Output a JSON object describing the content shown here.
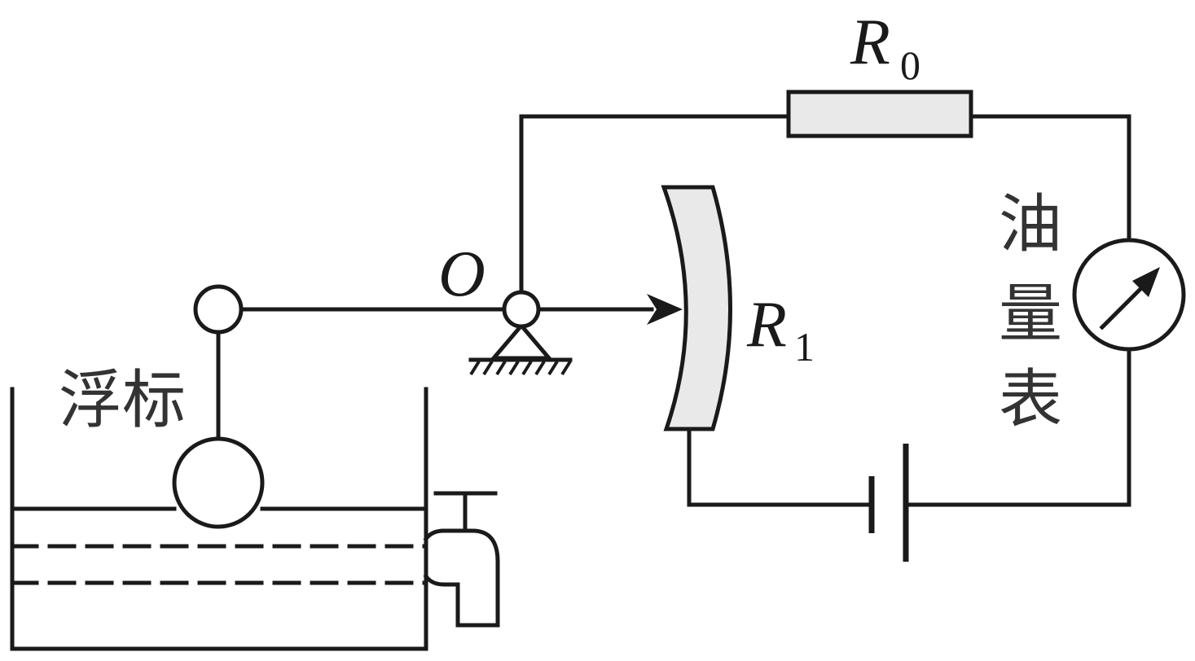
{
  "labels": {
    "r0_main": "R",
    "r0_sub": "0",
    "r1_main": "R",
    "r1_sub": "1",
    "pivot": "O",
    "float": "浮标",
    "meter": [
      "油",
      "量",
      "表"
    ]
  },
  "colors": {
    "line": "#1a1a1a",
    "resistor_fill": "#e9e9e9",
    "text": "#1a1a1a",
    "chinese_text": "#333333",
    "background": "#ffffff"
  }
}
